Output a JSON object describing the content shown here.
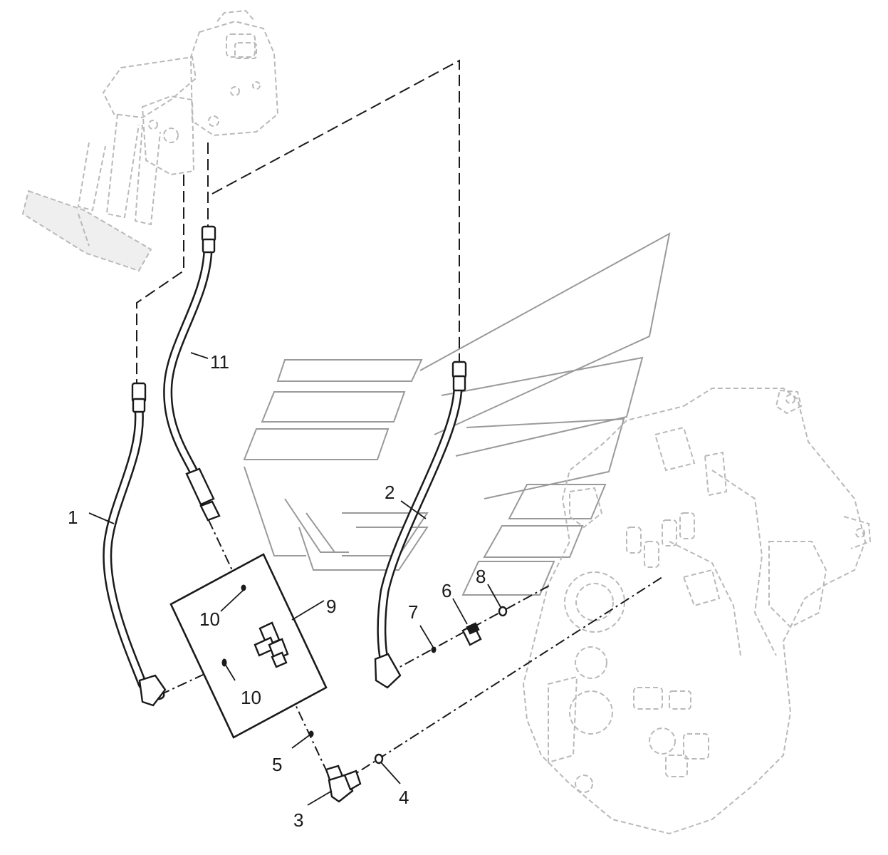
{
  "callouts": {
    "c1": "1",
    "c2": "2",
    "c3": "3",
    "c4": "4",
    "c5": "5",
    "c6": "6",
    "c7": "7",
    "c8": "8",
    "c9": "9",
    "c10a": "10",
    "c10b": "10",
    "c11": "11"
  },
  "colors": {
    "line": "#1a1a1a",
    "ghost": "#b9b9b9",
    "watermark": "#9a9a9a"
  }
}
